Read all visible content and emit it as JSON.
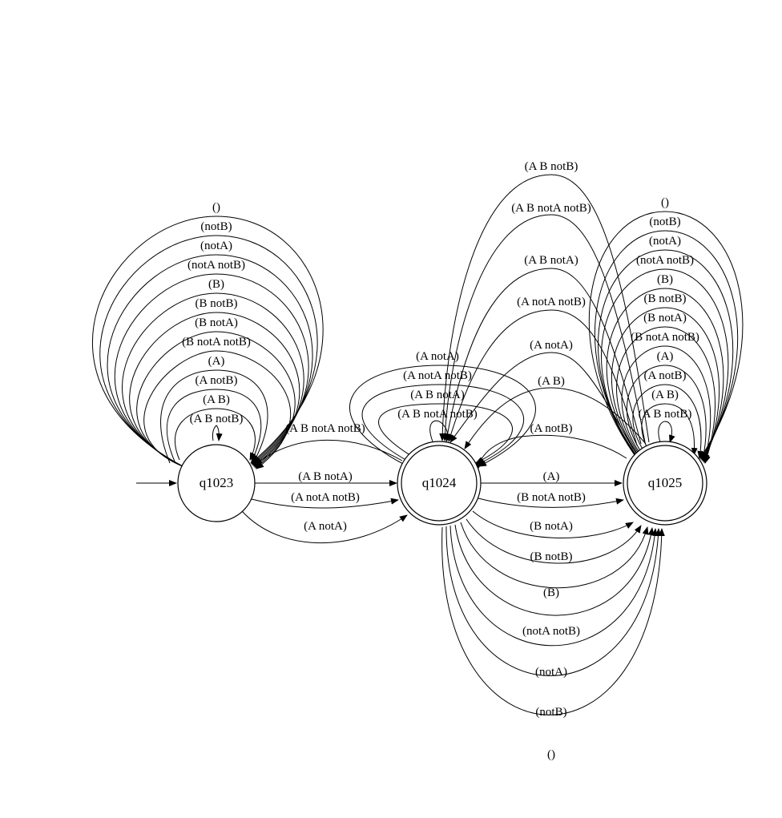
{
  "states": [
    {
      "name": "q1023",
      "accepting": false,
      "initial": true
    },
    {
      "name": "q1024",
      "accepting": true,
      "initial": false
    },
    {
      "name": "q1025",
      "accepting": true,
      "initial": false
    }
  ],
  "transitions": {
    "q1023_self": [
      "()",
      "(notB)",
      "(notA)",
      "(notA notB)",
      "(B)",
      "(B notB)",
      "(B notA)",
      "(B notA notB)",
      "(A)",
      "(A notB)",
      "(A B)",
      "(A B notB)"
    ],
    "q1024_to_q1023": [
      "(A B notA notB)"
    ],
    "q1023_to_q1024": [
      "(A B notA)",
      "(A notA notB)",
      "(A notA)"
    ],
    "q1024_self": [
      "(A notA)",
      "(A notA notB)",
      "(A B notA)",
      "(A B notA notB)"
    ],
    "q1025_to_q1024": [
      "(A B notB)",
      "(A B notA notB)",
      "(A B notA)",
      "(A notA notB)",
      "(A notA)",
      "(A B)",
      "(A notB)"
    ],
    "q1024_to_q1025": [
      "(A)",
      "(B notA notB)",
      "(B notA)",
      "(B notB)",
      "(B)",
      "(notA notB)",
      "(notA)",
      "(notB)",
      "()"
    ],
    "q1025_self": [
      "()",
      "(notB)",
      "(notA)",
      "(notA notB)",
      "(B)",
      "(B notB)",
      "(B notA)",
      "(B notA notB)",
      "(A)",
      "(A notB)",
      "(A B)",
      "(A B notB)"
    ]
  }
}
